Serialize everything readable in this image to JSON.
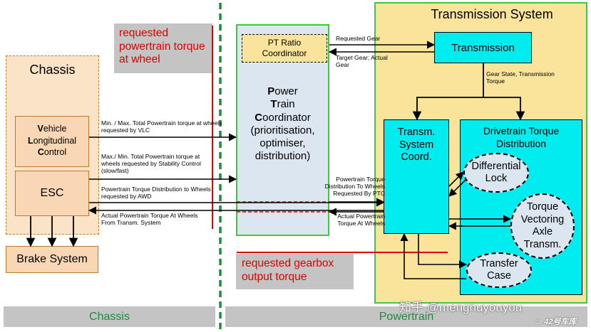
{
  "colors": {
    "chassis_fill": "#fbe3c8",
    "orange_box": "#fad7b4",
    "orange_border": "#c07a2e",
    "coordinator_fill": "#dce6f0",
    "green": "#3ec83e",
    "transmission_fill": "#fae39a",
    "cyan": "#00ecee",
    "red": "#e00000",
    "gray_banner": "#c4c4c4",
    "divider": "#1e8c3a"
  },
  "banners": {
    "powertrain_request": "requested powertrain torque at wheel",
    "gearbox_request": "requested gearbox output torque"
  },
  "chassis": {
    "title": "Chassis",
    "vlc": {
      "line1_bold": "V",
      "line1_rest": "ehicle",
      "line2_bold": "L",
      "line2_rest": "ongitudinal",
      "line3_bold": "C",
      "line3_rest": "ontrol"
    },
    "esc": "ESC",
    "brake": "Brake System"
  },
  "coordinator": {
    "pt_ratio": "PT Ratio Coordinator",
    "line1_bold": "P",
    "line1_rest": "ower",
    "line2_bold": "T",
    "line2_rest": "rain",
    "line3_bold": "C",
    "line3_rest": "oordinator",
    "line4": "(prioritisation,",
    "line5": "optimiser,",
    "line6": "distribution)"
  },
  "transmission_system": {
    "title": "Transmission System",
    "transmission": "Transmission",
    "tsc": "Transm. System Coord.",
    "dtd": "Drivetrain Torque Distribution",
    "diff_lock": "Differential Lock",
    "tv_axle": "Torque Vectoring Axle Transm.",
    "transfer_case": "Transfer Case"
  },
  "signals": {
    "vlc_request": "Min. / Max. Total Powertrain torque at wheels requested by VLC",
    "stability_request": "Max./ Min. Total Powertrain torque at wheels requested by Stability Control (slow/fast)",
    "awd_request": "Powertrain Torque Distribution to Wheels requested by AWD",
    "actual_torque_chassis": "Actual Powertrain Torque At Wheels From Transm. System",
    "requested_gear": "Requested Gear",
    "target_gear": "Target Gear; Actual Gear",
    "gear_state": "Gear State, Transmission Torque",
    "ptc_distribution": "Powertrain Torque Distribution To Wheels Requested By PTC",
    "actual_torque_wheels": "Actual Powertrain Torque At Wheels"
  },
  "footer": {
    "chassis": "Chassis",
    "powertrain": "Powertrain"
  },
  "watermark": {
    "handle": "知乎 @menghuyouyou",
    "logo": "42号车库"
  }
}
